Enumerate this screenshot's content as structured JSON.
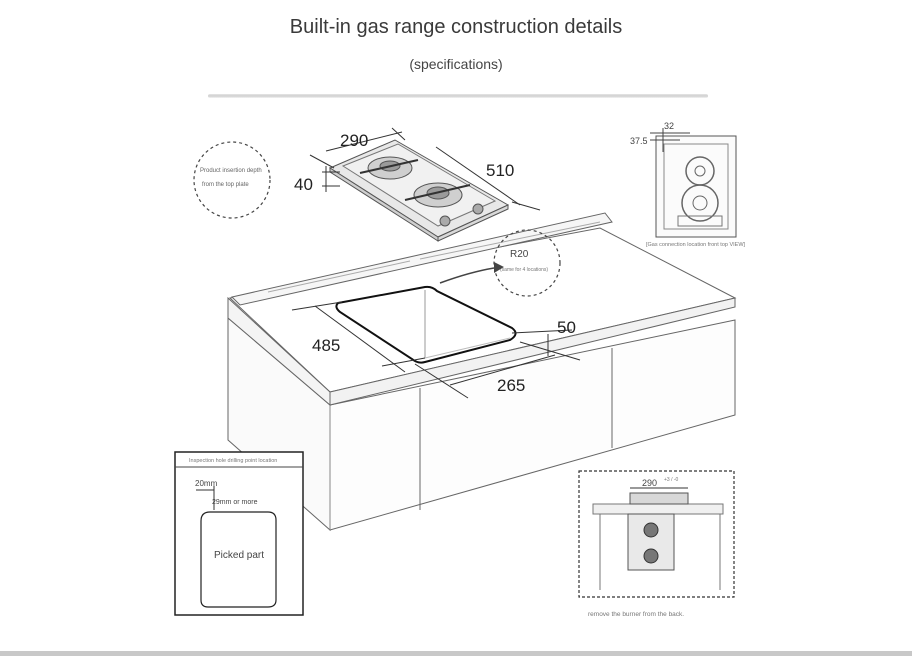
{
  "header": {
    "title": "Built-in gas range construction details",
    "subtitle": "(specifications)"
  },
  "cooktop": {
    "width": "290",
    "depth": "510",
    "height": "40"
  },
  "insertion_note": {
    "line1": "Product insertion depth",
    "line2": "from the top plate"
  },
  "corner_note": {
    "radius": "R20",
    "note": "(same for 4 locations)"
  },
  "cutout": {
    "depth": "485",
    "width": "265",
    "margin": "50"
  },
  "gas_connection": {
    "dim_top": "32",
    "dim_left": "37.5",
    "caption": "[Gas connection location front top VIEW]"
  },
  "inspection": {
    "title": "Inspection hole drilling point location",
    "dim_a": "20mm",
    "dim_b": "29mm or more",
    "label": "Picked part"
  },
  "removal": {
    "dim": "290",
    "tolerance": "+3 / -0",
    "caption": "remove the burner from the back."
  }
}
